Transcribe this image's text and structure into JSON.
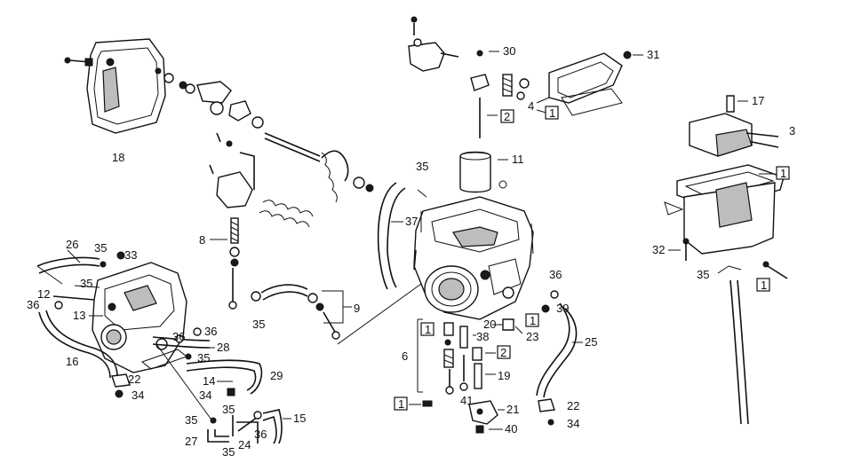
{
  "callouts": [
    {
      "id": "c30",
      "text": "30"
    },
    {
      "id": "c31",
      "text": "31"
    },
    {
      "id": "c17",
      "text": "17"
    },
    {
      "id": "c3",
      "text": "3"
    },
    {
      "id": "c4",
      "text": "4"
    },
    {
      "id": "c2a",
      "text": "2"
    },
    {
      "id": "c11",
      "text": "11"
    },
    {
      "id": "c18",
      "text": "18"
    },
    {
      "id": "c35a",
      "text": "35"
    },
    {
      "id": "c37",
      "text": "37"
    },
    {
      "id": "c8",
      "text": "8"
    },
    {
      "id": "c26",
      "text": "26"
    },
    {
      "id": "c35b",
      "text": "35"
    },
    {
      "id": "c33",
      "text": "33"
    },
    {
      "id": "c35c",
      "text": "35"
    },
    {
      "id": "c12",
      "text": "12"
    },
    {
      "id": "c36a",
      "text": "36"
    },
    {
      "id": "c13",
      "text": "13"
    },
    {
      "id": "c9",
      "text": "9"
    },
    {
      "id": "c35d",
      "text": "35"
    },
    {
      "id": "c36b",
      "text": "36"
    },
    {
      "id": "c36c",
      "text": "36"
    },
    {
      "id": "c28",
      "text": "28"
    },
    {
      "id": "c16",
      "text": "16"
    },
    {
      "id": "c35e",
      "text": "35"
    },
    {
      "id": "c29",
      "text": "29"
    },
    {
      "id": "c22a",
      "text": "22"
    },
    {
      "id": "c14",
      "text": "14"
    },
    {
      "id": "c34a",
      "text": "34"
    },
    {
      "id": "c34b",
      "text": "34"
    },
    {
      "id": "c35f",
      "text": "35"
    },
    {
      "id": "c35g",
      "text": "35"
    },
    {
      "id": "c15",
      "text": "15"
    },
    {
      "id": "c27",
      "text": "27"
    },
    {
      "id": "c24",
      "text": "24"
    },
    {
      "id": "c36d",
      "text": "36"
    },
    {
      "id": "c35h",
      "text": "35"
    },
    {
      "id": "c6",
      "text": "6"
    },
    {
      "id": "c1a",
      "text": "1"
    },
    {
      "id": "c1b",
      "text": "1"
    },
    {
      "id": "c38",
      "text": "38"
    },
    {
      "id": "c2b",
      "text": "2"
    },
    {
      "id": "c19",
      "text": "19"
    },
    {
      "id": "c41",
      "text": "41"
    },
    {
      "id": "c21",
      "text": "21"
    },
    {
      "id": "c40",
      "text": "40"
    },
    {
      "id": "c1c",
      "text": "1"
    },
    {
      "id": "c20",
      "text": "20"
    },
    {
      "id": "c39",
      "text": "39"
    },
    {
      "id": "c1d",
      "text": "1"
    },
    {
      "id": "c23",
      "text": "23"
    },
    {
      "id": "c36e",
      "text": "36"
    },
    {
      "id": "c25",
      "text": "25"
    },
    {
      "id": "c22b",
      "text": "22"
    },
    {
      "id": "c34c",
      "text": "34"
    },
    {
      "id": "c1e",
      "text": "1"
    },
    {
      "id": "c32",
      "text": "32"
    },
    {
      "id": "c35i",
      "text": "35"
    },
    {
      "id": "c1f",
      "text": "1"
    },
    {
      "id": "c1g",
      "text": "1"
    }
  ]
}
